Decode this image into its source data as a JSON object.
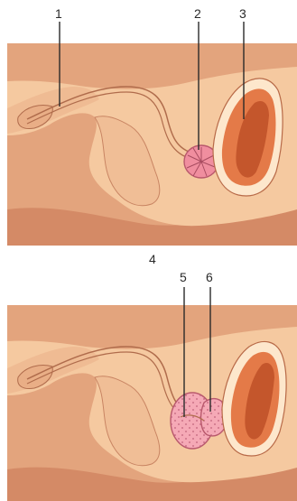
{
  "diagram": {
    "top_panel": {
      "labels": [
        "1",
        "2",
        "3"
      ]
    },
    "middle_label": "4",
    "bottom_panel": {
      "labels": [
        "5",
        "6"
      ]
    }
  }
}
